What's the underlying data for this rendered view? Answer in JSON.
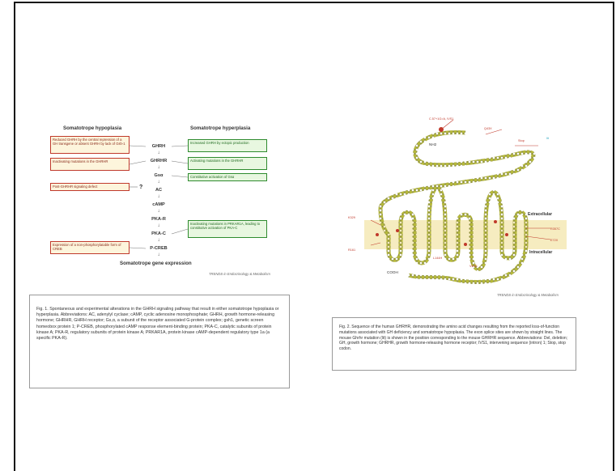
{
  "figure1": {
    "left_heading": "Somatotrope hypoplasia",
    "right_heading": "Somatotrope hyperplasia",
    "pathway": [
      "GHRH",
      "GHRHR",
      "Gsα",
      "AC",
      "cAMP",
      "PKA-R",
      "PKA-C",
      "P-CREB"
    ],
    "bottom_label": "Somatotrope gene expression",
    "question_mark": "?",
    "hypoplasia_boxes": [
      "Reduced GHRH by the central repression of a GH transgene or absent GHRH by lack of Gsh-1",
      "Inactivating mutations in the GHRHR",
      "Post-GHRHR signaling defect",
      "Expression of a non-phosphorylatable form of CREB"
    ],
    "hyperplasia_boxes": [
      "Increased GHRH by ectopic production",
      "Activating mutations in the GHRHR",
      "Constitutive activation of Gsα",
      "Inactivating mutations in PRKAR1A, leading to constitutive activation of PKA-C"
    ],
    "credit": "TRENDS in Endocrinology & Metabolism",
    "caption": "Fig. 1. Spontaneous and experimental alterations in the GHRH signaling pathway that result in either somatotrope hypoplasia or hyperplasia. Abbreviations: AC, adenylyl cyclase; cAMP, cyclic adenosine monophosphate; GHRH, growth hormone-releasing hormone; GHRHR, GHRH receptor; Gs,α, a subunit of the receptor associated G-protein complex; gsh1, genetic screen homeobox protein 1; P-CREB, phosphorylated cAMP response element-binding protein; PKA-C, catalytic subunits of protein kinase A; PKA-R, regulatory subunits of protein kinase A; PRKAR1A, protein kinase cAMP-dependent regulatory type 1a (a specific PKA-R)."
  },
  "figure2": {
    "nh2": "NH2",
    "cooh": "COOH",
    "extracellular": "Extracellular",
    "intracellular": "Intracellular",
    "credit": "TRENDS in Endocrinology & Metabolism",
    "caption": "Fig. 2. Sequence of the human GHRHR, demonstrating the amino acid changes resulting from the reported loss-of-function mutations associated with GH deficiency and somatotrope hypoplasia. The exon splice sites are shown by straight lines. The mouse Ghrhr mutation (lit) is shown in the position corresponding to the mouse GHRHR sequence. Abbreviations: Del, deletion; GH, growth hormone; GHRHR, growth hormone-releasing hormone receptor; IVS1, intervening sequence (intron) 1; Stop, stop codon."
  },
  "colors": {
    "bead": "#b5b83a",
    "bead_dark": "#6e7020",
    "membrane": "#f6ecc0",
    "mutation": "#c0392b",
    "hypoplasia_border": "#c0392b",
    "hyperplasia_border": "#2e8b2e"
  }
}
